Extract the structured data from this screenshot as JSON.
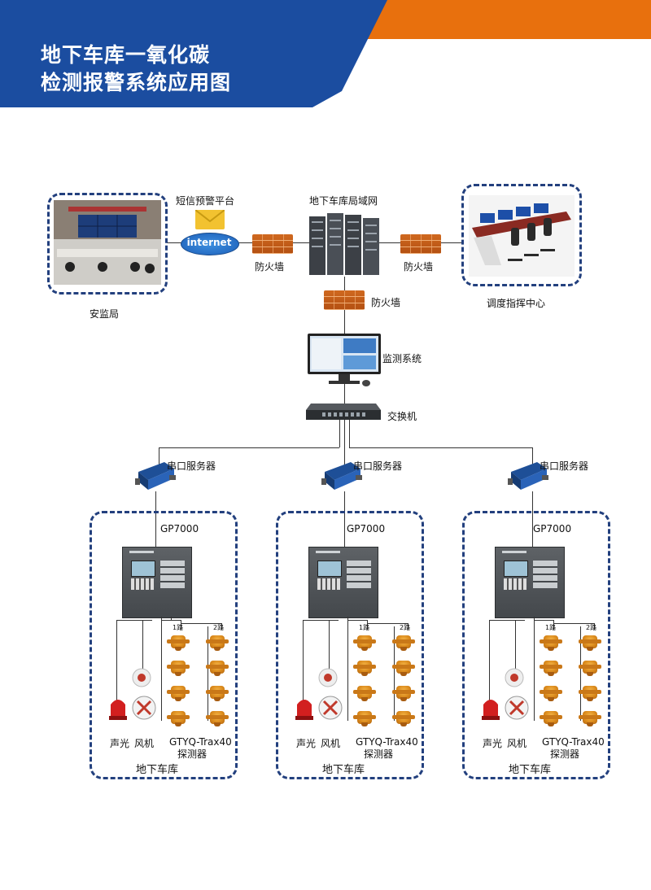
{
  "header": {
    "title_line1": "地下车库一氧化碳",
    "title_line2": "检测报警系统应用图",
    "colors": {
      "blue": "#1b4da0",
      "orange": "#e8700d"
    }
  },
  "top": {
    "sms_platform": "短信预警平台",
    "internet": "internet",
    "lan": "地下车库局域网",
    "firewall": "防火墙",
    "safety_bureau": "安监局",
    "dispatch_center": "调度指挥中心",
    "monitor_system": "监测系统",
    "switch": "交换机"
  },
  "garages": [
    {
      "server": "串口服务器",
      "controller": "GP7000",
      "route1": "1路",
      "route2": "2路",
      "alarm": "声光",
      "fan": "风机",
      "detector": "GTYQ-Trax40",
      "detector_sub": "探测器",
      "name": "地下车库"
    },
    {
      "server": "串口服务器",
      "controller": "GP7000",
      "route1": "1路",
      "route2": "2路",
      "alarm": "声光",
      "fan": "风机",
      "detector": "GTYQ-Trax40",
      "detector_sub": "探测器",
      "name": "地下车库"
    },
    {
      "server": "串口服务器",
      "controller": "GP7000",
      "route1": "1路",
      "route2": "2路",
      "alarm": "声光",
      "fan": "风机",
      "detector": "GTYQ-Trax40",
      "detector_sub": "探测器",
      "name": "地下车库"
    }
  ]
}
